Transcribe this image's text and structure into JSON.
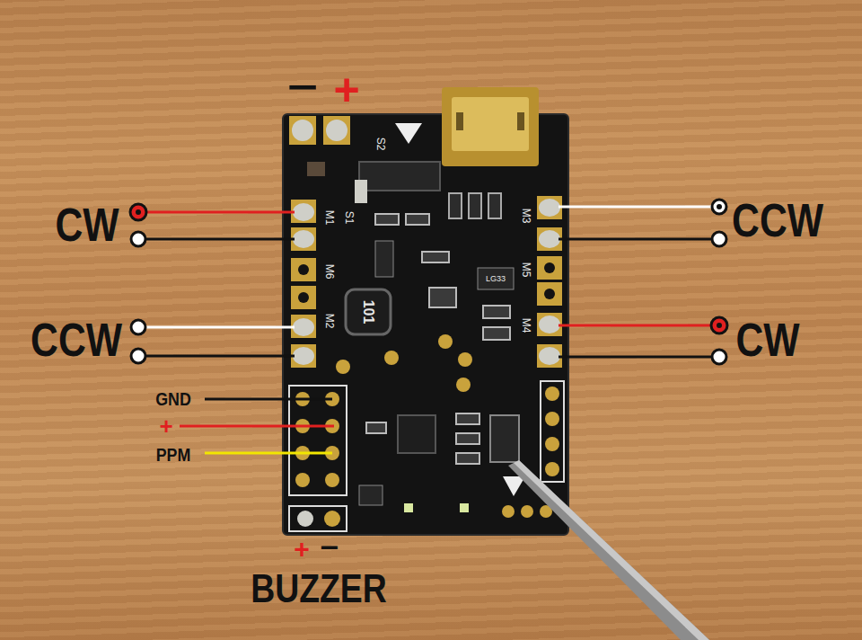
{
  "diagram": {
    "labels": [
      "−",
      "+",
      "S2",
      "CW",
      "M1",
      "S1",
      "CCW",
      "M3",
      "M6",
      "LG33",
      "M5",
      "101",
      "CCW",
      "M2",
      "CW",
      "M4",
      "GND",
      "+",
      "PPM",
      "+",
      "−",
      "BUZZER"
    ]
  }
}
